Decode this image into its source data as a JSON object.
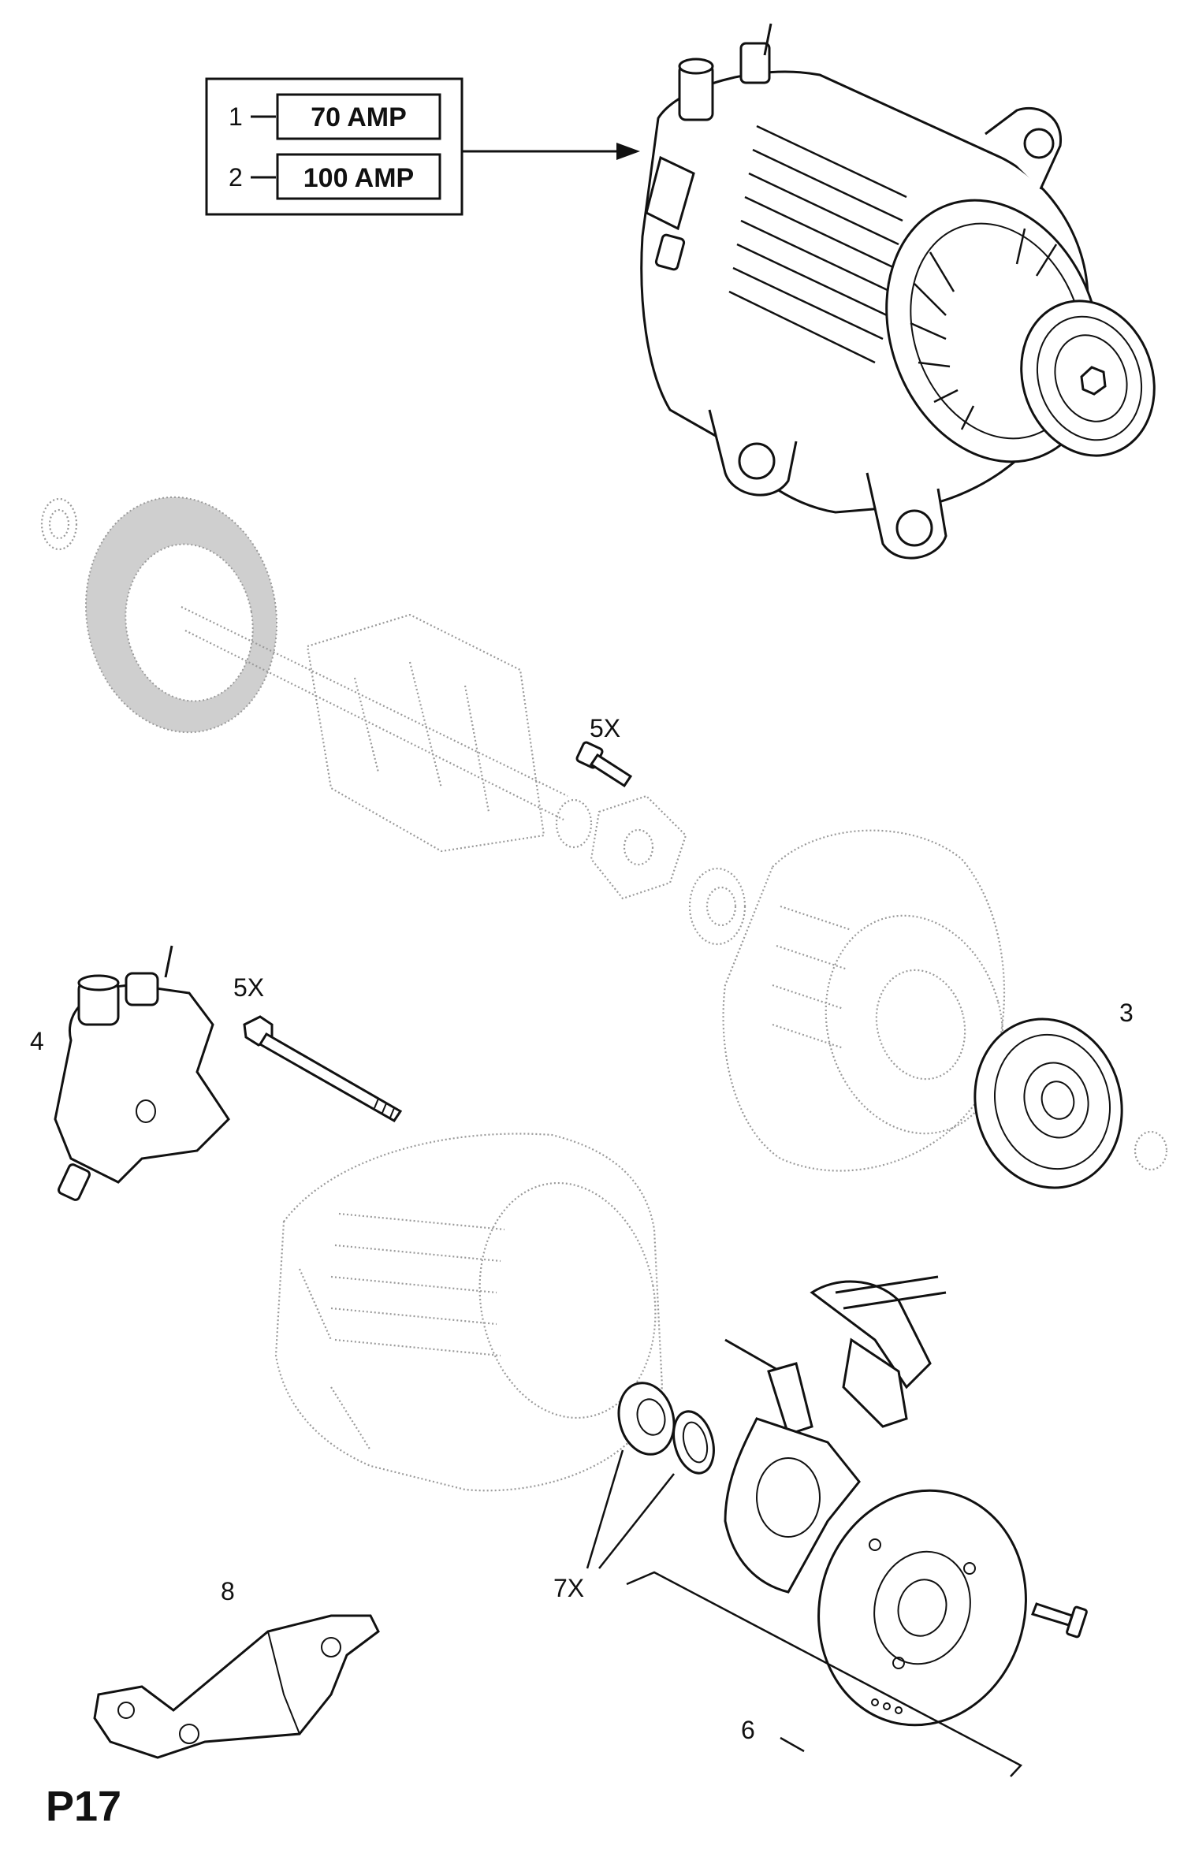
{
  "variant_box": {
    "rows": [
      {
        "index": "1",
        "label": "70 AMP"
      },
      {
        "index": "2",
        "label": "100 AMP"
      }
    ]
  },
  "callouts": {
    "c3": "3",
    "c4": "4",
    "c5x_top": "5X",
    "c5x_left": "5X",
    "c6": "6",
    "c7x": "7X",
    "c8": "8"
  },
  "page_code": "P17",
  "colors": {
    "line": "#111111",
    "ghost": "#9a9a9a"
  }
}
